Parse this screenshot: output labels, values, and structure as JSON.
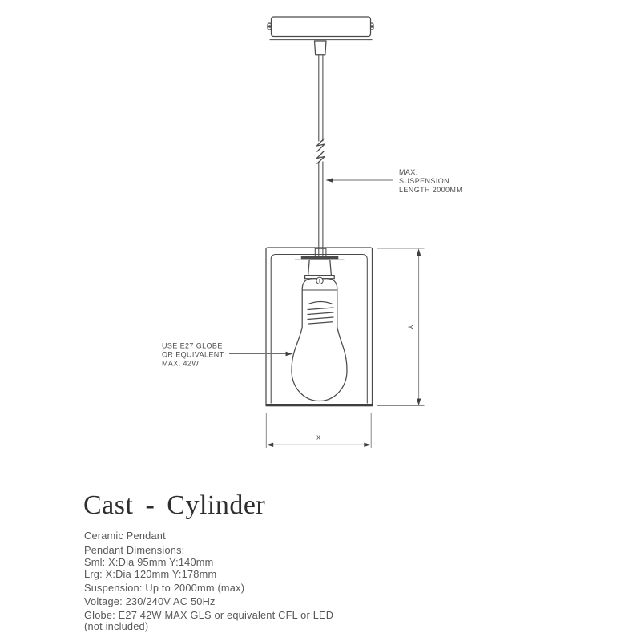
{
  "colors": {
    "line": "#4a4a4a",
    "dim": "#8a8a8a",
    "arrow": "#3f3f3f",
    "anntext": "#4d4d4d",
    "titletext": "#2e2e2e",
    "spectext": "#57585a",
    "bg": "#ffffff"
  },
  "drawing": {
    "annotations": {
      "suspension": {
        "lines": [
          "MAX.",
          "SUSPENSION",
          "LENGTH 2000MM"
        ]
      },
      "globe": {
        "lines": [
          "USE E27 GLOBE",
          "OR EQUIVALENT",
          "MAX. 42W"
        ]
      },
      "dim_y_label": "Y",
      "dim_x_label": "x"
    }
  },
  "info": {
    "title": "Cast - Cylinder",
    "subtitle": "Ceramic Pendant",
    "specs": [
      "Pendant Dimensions:",
      "Sml: X:Dia 95mm Y:140mm",
      "Lrg: X:Dia 120mm Y:178mm",
      "Suspension: Up to 2000mm (max)",
      "Voltage: 230/240V AC 50Hz",
      "Globe: E27 42W MAX GLS or equivalent CFL or LED",
      "(not included)"
    ]
  }
}
